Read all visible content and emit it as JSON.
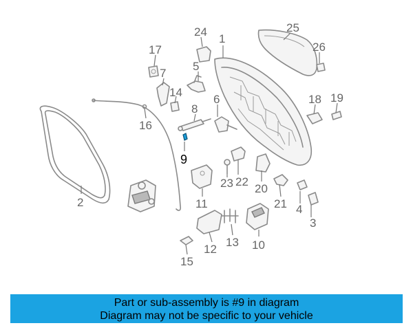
{
  "diagram": {
    "callouts": {
      "c1": "1",
      "c2": "2",
      "c3": "3",
      "c4": "4",
      "c5": "5",
      "c6": "6",
      "c7": "7",
      "c8": "8",
      "c9": "9",
      "c10": "10",
      "c11": "11",
      "c12": "12",
      "c13": "13",
      "c14": "14",
      "c15": "15",
      "c16": "16",
      "c17": "17",
      "c18": "18",
      "c19": "19",
      "c20": "20",
      "c21": "21",
      "c22": "22",
      "c23": "23",
      "c24": "24",
      "c25": "25",
      "c26": "26"
    },
    "highlight_part": "9",
    "highlight_color": "#1a9cd8",
    "part_color": "#8a8a8a"
  },
  "banner": {
    "line1": "Part or sub-assembly is #9 in diagram",
    "line2": "Diagram may not be specific to your vehicle",
    "background": "#1ba3e2"
  }
}
